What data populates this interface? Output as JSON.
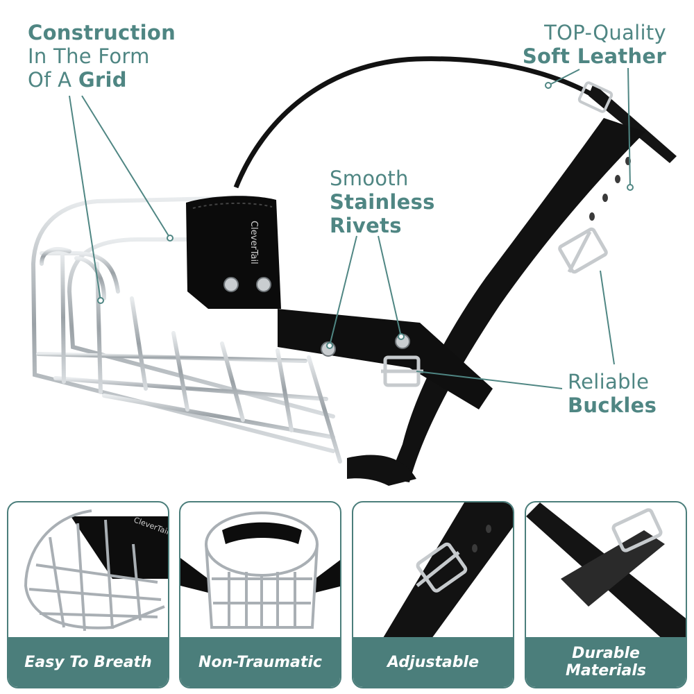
{
  "callouts": {
    "grid": {
      "line1": "Construction",
      "line2": "In The Form",
      "line3_prefix": "Of A ",
      "line3_bold": "Grid"
    },
    "leather": {
      "line1": "TOP-Quality",
      "line2": "Soft Leather"
    },
    "rivets": {
      "line1": "Smooth",
      "line2": "Stainless",
      "line3": "Rivets"
    },
    "buckles": {
      "line1": "Reliable",
      "line2": "Buckles"
    }
  },
  "brand": "CleverTail",
  "panels": [
    {
      "caption": "Easy To Breath"
    },
    {
      "caption": "Non-Traumatic"
    },
    {
      "caption": "Adjustable"
    },
    {
      "caption": "Durable\nMaterials"
    }
  ],
  "colors": {
    "accent": "#4f8683",
    "panel_bar": "#4b7e7b",
    "leather": "#111111",
    "metal": "#b9bec3"
  }
}
